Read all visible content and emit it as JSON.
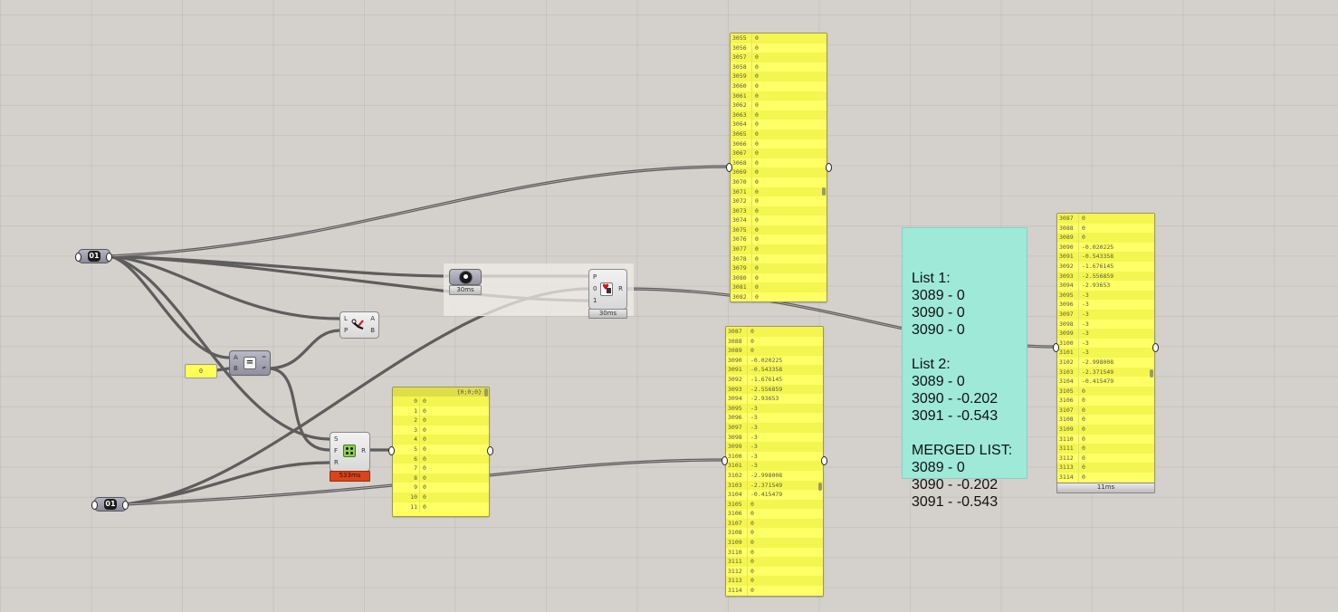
{
  "canvas": {
    "background": "#d4d0cb",
    "wire_color": "#555555"
  },
  "boolean_param_top": {
    "label": "01"
  },
  "boolean_param_bottom": {
    "label": "01"
  },
  "number_panel_small": {
    "value": "0"
  },
  "equality_component": {
    "inputs": [
      "A",
      "B"
    ],
    "outputs": [
      "=",
      "≠"
    ],
    "icon": "equals-icon"
  },
  "dispatch_component": {
    "inputs": [
      "L",
      "P"
    ],
    "outputs": [
      "A",
      "B"
    ],
    "icon": "dispatch-icon"
  },
  "data_dam": {
    "timer": "30ms",
    "icon": "data-dam-icon"
  },
  "pick_component": {
    "inputs": [
      "P",
      "0",
      "1"
    ],
    "outputs": [
      "R"
    ],
    "timer": "30ms",
    "icon": "pick-choose-icon"
  },
  "filter_component": {
    "inputs": [
      "S",
      "F",
      "R"
    ],
    "outputs": [
      "R"
    ],
    "timer": "533ms",
    "timer_color": "#d9441c",
    "icon": "filter-icon"
  },
  "panel_small": {
    "header": "{0;0;0}",
    "rows": [
      {
        "i": "0",
        "v": "0"
      },
      {
        "i": "1",
        "v": "0"
      },
      {
        "i": "2",
        "v": "0"
      },
      {
        "i": "3",
        "v": "0"
      },
      {
        "i": "4",
        "v": "0"
      },
      {
        "i": "5",
        "v": "0"
      },
      {
        "i": "6",
        "v": "0"
      },
      {
        "i": "7",
        "v": "0"
      },
      {
        "i": "8",
        "v": "0"
      },
      {
        "i": "9",
        "v": "0"
      },
      {
        "i": "10",
        "v": "0"
      },
      {
        "i": "11",
        "v": "0"
      }
    ]
  },
  "panel_top": {
    "rows": [
      {
        "i": "3055",
        "v": "0"
      },
      {
        "i": "3056",
        "v": "0"
      },
      {
        "i": "3057",
        "v": "0"
      },
      {
        "i": "3058",
        "v": "0"
      },
      {
        "i": "3059",
        "v": "0"
      },
      {
        "i": "3060",
        "v": "0"
      },
      {
        "i": "3061",
        "v": "0"
      },
      {
        "i": "3062",
        "v": "0"
      },
      {
        "i": "3063",
        "v": "0"
      },
      {
        "i": "3064",
        "v": "0"
      },
      {
        "i": "3065",
        "v": "0"
      },
      {
        "i": "3066",
        "v": "0"
      },
      {
        "i": "3067",
        "v": "0"
      },
      {
        "i": "3068",
        "v": "0"
      },
      {
        "i": "3069",
        "v": "0"
      },
      {
        "i": "3070",
        "v": "0"
      },
      {
        "i": "3071",
        "v": "0"
      },
      {
        "i": "3072",
        "v": "0"
      },
      {
        "i": "3073",
        "v": "0"
      },
      {
        "i": "3074",
        "v": "0"
      },
      {
        "i": "3075",
        "v": "0"
      },
      {
        "i": "3076",
        "v": "0"
      },
      {
        "i": "3077",
        "v": "0"
      },
      {
        "i": "3078",
        "v": "0"
      },
      {
        "i": "3079",
        "v": "0"
      },
      {
        "i": "3080",
        "v": "0"
      },
      {
        "i": "3081",
        "v": "0"
      },
      {
        "i": "3082",
        "v": "0"
      }
    ]
  },
  "panel_middle": {
    "rows": [
      {
        "i": "3087",
        "v": "0"
      },
      {
        "i": "3088",
        "v": "0"
      },
      {
        "i": "3089",
        "v": "0"
      },
      {
        "i": "3090",
        "v": "-0.020225"
      },
      {
        "i": "3091",
        "v": "-0.543358"
      },
      {
        "i": "3092",
        "v": "-1.676145"
      },
      {
        "i": "3093",
        "v": "-2.556859"
      },
      {
        "i": "3094",
        "v": "-2.93653"
      },
      {
        "i": "3095",
        "v": "-3"
      },
      {
        "i": "3096",
        "v": "-3"
      },
      {
        "i": "3097",
        "v": "-3"
      },
      {
        "i": "3098",
        "v": "-3"
      },
      {
        "i": "3099",
        "v": "-3"
      },
      {
        "i": "3100",
        "v": "-3"
      },
      {
        "i": "3101",
        "v": "-3"
      },
      {
        "i": "3102",
        "v": "-2.998008"
      },
      {
        "i": "3103",
        "v": "-2.371549"
      },
      {
        "i": "3104",
        "v": "-0.415479"
      },
      {
        "i": "3105",
        "v": "0"
      },
      {
        "i": "3106",
        "v": "0"
      },
      {
        "i": "3107",
        "v": "0"
      },
      {
        "i": "3108",
        "v": "0"
      },
      {
        "i": "3109",
        "v": "0"
      },
      {
        "i": "3110",
        "v": "0"
      },
      {
        "i": "3111",
        "v": "0"
      },
      {
        "i": "3112",
        "v": "0"
      },
      {
        "i": "3113",
        "v": "0"
      },
      {
        "i": "3114",
        "v": "0"
      }
    ]
  },
  "panel_right": {
    "timer": "11ms",
    "rows": [
      {
        "i": "3087",
        "v": "0"
      },
      {
        "i": "3088",
        "v": "0"
      },
      {
        "i": "3089",
        "v": "0"
      },
      {
        "i": "3090",
        "v": "-0.020225"
      },
      {
        "i": "3091",
        "v": "-0.543358"
      },
      {
        "i": "3092",
        "v": "-1.676145"
      },
      {
        "i": "3093",
        "v": "-2.556859"
      },
      {
        "i": "3094",
        "v": "-2.93653"
      },
      {
        "i": "3095",
        "v": "-3"
      },
      {
        "i": "3096",
        "v": "-3"
      },
      {
        "i": "3097",
        "v": "-3"
      },
      {
        "i": "3098",
        "v": "-3"
      },
      {
        "i": "3099",
        "v": "-3"
      },
      {
        "i": "3100",
        "v": "-3"
      },
      {
        "i": "3101",
        "v": "-3"
      },
      {
        "i": "3102",
        "v": "-2.998008"
      },
      {
        "i": "3103",
        "v": "-2.371549"
      },
      {
        "i": "3104",
        "v": "-0.415479"
      },
      {
        "i": "3105",
        "v": "0"
      },
      {
        "i": "3106",
        "v": "0"
      },
      {
        "i": "3107",
        "v": "0"
      },
      {
        "i": "3108",
        "v": "0"
      },
      {
        "i": "3109",
        "v": "0"
      },
      {
        "i": "3110",
        "v": "0"
      },
      {
        "i": "3111",
        "v": "0"
      },
      {
        "i": "3112",
        "v": "0"
      },
      {
        "i": "3113",
        "v": "0"
      },
      {
        "i": "3114",
        "v": "0"
      }
    ]
  },
  "note": {
    "color": "#9ee9d8",
    "lines": [
      "List 1:",
      "3089 - 0",
      "3090 - 0",
      "3090 - 0",
      "",
      "List 2:",
      "3089 - 0",
      "3090 - -0.202",
      "3091 - -0.543",
      "",
      "MERGED LIST:",
      "3089 - 0",
      "3090 - -0.202",
      "3091 - -0.543"
    ]
  }
}
